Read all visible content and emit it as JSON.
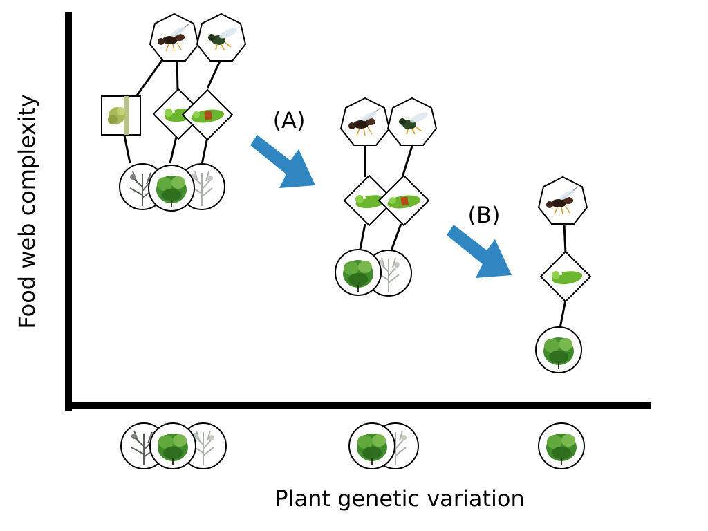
{
  "axes": {
    "y_label": "Food web complexity",
    "x_label": "Plant genetic variation"
  },
  "arrows": {
    "a_label": "(A)",
    "b_label": "(B)"
  },
  "colors": {
    "axis": "#000000",
    "arrow": "#2f86c0",
    "foliage_dark": "#3f8a2a",
    "foliage_light": "#8fc46a",
    "foliage_grey": "#9aa39a",
    "caterpillar": "#6cb52e",
    "caterpillar_band": "#b44a1c",
    "gall": "#a7b95a",
    "wasp_body": "#2b1a12",
    "wasp_leg": "#d69a3a",
    "fly_body": "#2e4a24"
  },
  "nodes": {
    "plant": "plant-genotype",
    "herbivore": "caterpillar-herbivore",
    "galler": "gall-maker",
    "parasitoid": "parasitoid-wasp"
  }
}
